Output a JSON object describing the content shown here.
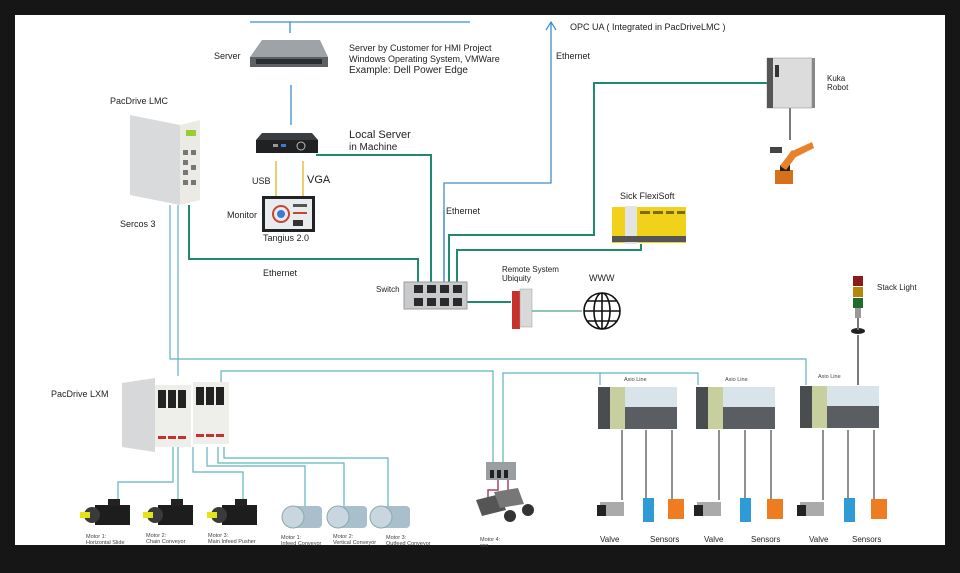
{
  "diagram": {
    "title": "PacDrive machine network architecture",
    "colors": {
      "ethernet": "#1f8a6e",
      "server_link": "#3c8fcf",
      "sercos": "#5db4bf",
      "usb_vga": "#e6b422",
      "io_wire": "#444444",
      "background": "#ffffff",
      "frame": "#161616"
    },
    "labels": {
      "opc_ua": "OPC UA ( Integrated in PacDriveLMC )",
      "ethernet_top": "Ethernet",
      "server": "Server",
      "server_note_1": "Server by Customer for HMI Project",
      "server_note_2": "Windows Operating System, VMWare",
      "server_note_3": "Example:  Dell Power Edge",
      "pacdrive_lmc": "PacDrive LMC",
      "local_server_1": "Local Server",
      "local_server_2": "in Machine",
      "usb": "USB",
      "vga": "VGA",
      "monitor": "Monitor",
      "tangius": "Tangius  2.0",
      "sercos": "Sercos 3",
      "ethernet_mid": "Ethernet",
      "ethernet_bottom": "Ethernet",
      "switch": "Switch",
      "remote_1": "Remote System",
      "remote_2": "Ubiquity",
      "www": "WWW",
      "sick": "Sick FlexiSoft",
      "kuka_1": "Kuka",
      "kuka_2": "Robot",
      "stack_light": "Stack Light",
      "pacdrive_lxm": "PacDrive LXM",
      "axio_1": "Axio Line",
      "axio_2": "Axio Line",
      "axio_3": "Axio Line"
    },
    "motors": [
      {
        "line1": "Motor 1:",
        "line2": "Horizontal Slide",
        "kind": "servo"
      },
      {
        "line1": "Motor 2:",
        "line2": "Chain Conveyor",
        "kind": "servo"
      },
      {
        "line1": "Motor 3:",
        "line2": "Main Infeed  Pusher",
        "kind": "servo"
      },
      {
        "line1": "Motor 1:",
        "line2": "Infeed Conveyor",
        "kind": "asynchronous"
      },
      {
        "line1": "Motor 2:",
        "line2": "Vertical Conveyor",
        "kind": "asynchronous"
      },
      {
        "line1": "Motor 3:",
        "line2": "Outfeed  Conveyor",
        "kind": "asynchronous"
      },
      {
        "line1": "Motor 4:",
        "line2": "xxx",
        "kind": "integrated"
      }
    ],
    "io_devices": [
      {
        "valve": "Valve",
        "sensors": "Sensors"
      },
      {
        "valve": "Valve",
        "sensors": "Sensors"
      },
      {
        "valve": "Valve",
        "sensors": "Sensors"
      }
    ]
  }
}
